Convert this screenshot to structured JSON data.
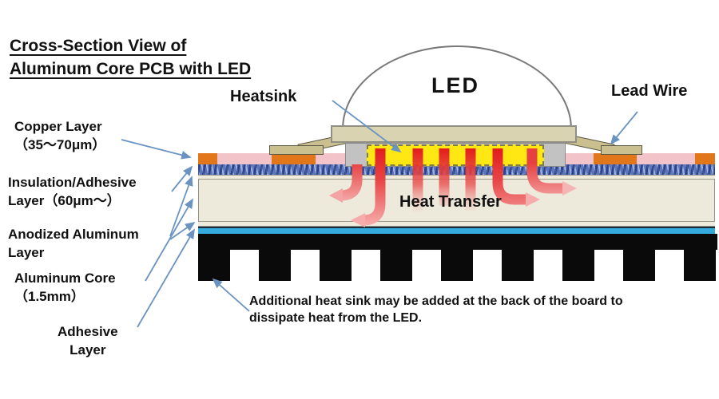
{
  "title": {
    "line1": "Cross-Section View of",
    "line2": "Aluminum Core PCB with LED"
  },
  "labels": {
    "copper": {
      "line1": "Copper Layer",
      "line2": "（35～70μm）"
    },
    "insulation": {
      "line1": "Insulation/Adhesive",
      "line2": "Layer（60μm～）"
    },
    "anodized": {
      "line1": "Anodized Aluminum",
      "line2": "Layer"
    },
    "core": {
      "line1": "Aluminum  Core",
      "line2": "（1.5mm）"
    },
    "adhesive": {
      "line1": "Adhesive",
      "line2": "Layer"
    },
    "heatsink": "Heatsink",
    "led": "LED",
    "lead_wire": "Lead Wire",
    "heat_transfer": "Heat Transfer",
    "back_note": "Additional heat sink may be added at the back of the board to dissipate heat from the LED."
  },
  "colors": {
    "copper": "#E2761B",
    "pink": "#F2C4CA",
    "speckle": "#5B76BD",
    "thinlayer": "#EFEBDD",
    "core": "#EDE9DB",
    "adhesive": "#35AADC",
    "ink": "#0A0A0A",
    "flange": "#DAD3B2",
    "slugGray": "#C2C2C2",
    "slugYellow": "#FFE713",
    "lead": "#C9BF8F",
    "heatRed": "#E21C1C",
    "heatPink": "#F6ACAC",
    "pointer": "#6A93C2"
  }
}
